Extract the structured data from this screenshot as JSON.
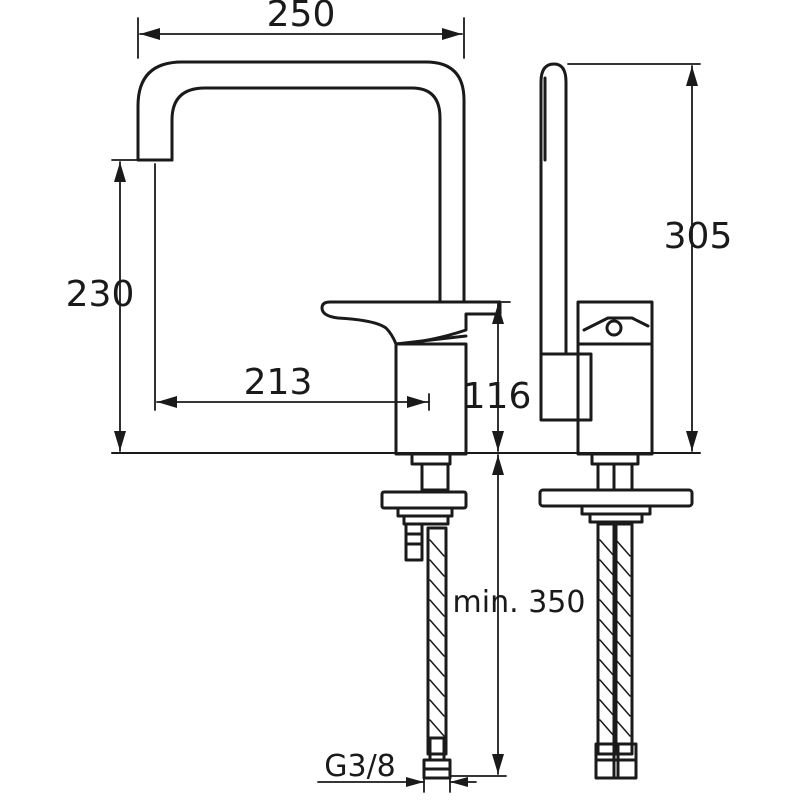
{
  "dimensions": {
    "overall_reach": "250",
    "spout_height": "230",
    "spout_reach_from_body": "213",
    "body_height": "116",
    "total_height": "305",
    "hose_length": "min. 350",
    "thread_size": "G3/8"
  },
  "colors": {
    "line": "#1a1a1a",
    "background": "#ffffff"
  }
}
